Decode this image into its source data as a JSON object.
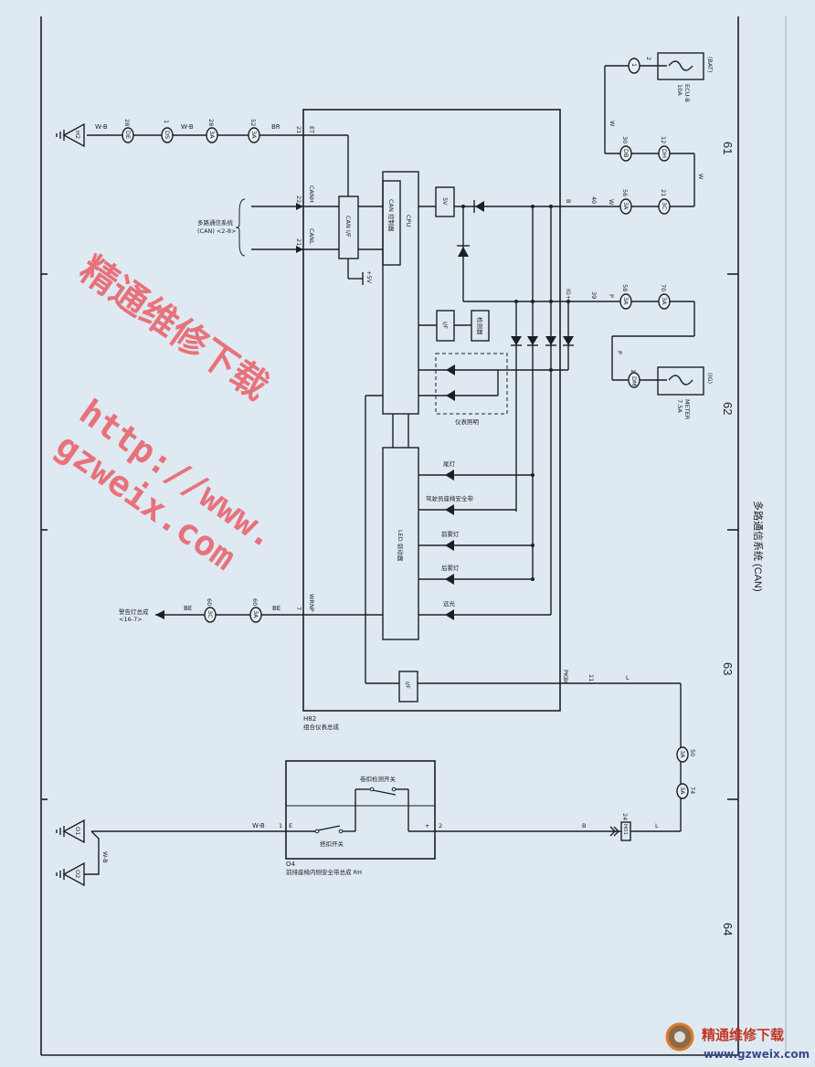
{
  "page": {
    "title": "多路通信系统 (CAN)",
    "page_numbers": [
      "61",
      "62",
      "63",
      "64"
    ]
  },
  "top_circuit": {
    "ground": "H2",
    "wire1": "W-B",
    "wire2": "W-B",
    "wire3": "BR",
    "connectors": [
      {
        "pin": "28",
        "id": "DE"
      },
      {
        "pin": "1",
        "id": "DS"
      },
      {
        "pin": "28",
        "id": "3A"
      },
      {
        "pin": "52",
        "id": "3A"
      }
    ],
    "pin": "21",
    "terminal": "ET"
  },
  "can_bus": {
    "label_line1": "多路通信系统",
    "label_line2": "(CAN) <2-8>",
    "canh_pin": "22",
    "canh": "CANH",
    "canl_pin": "21",
    "canl": "CANL"
  },
  "h82": {
    "code": "H82",
    "name": "组合仪表总成",
    "can_if": "CAN I/F",
    "can_controller": "CAN 控制器",
    "cpu": "CPU",
    "plus5v": "+5V",
    "reg5v": "5V",
    "if1": "I/F",
    "detector": "检测器",
    "illum_label": "仪表照明",
    "led_driver": "LED 驱动器",
    "leds": [
      "尾灯",
      "驾驶员座椅安全带",
      "前雾灯",
      "后雾灯",
      "远光"
    ],
    "if2": "I/F"
  },
  "power_b": {
    "terminal": "B",
    "pin": "40",
    "wire": "W",
    "wire_upper": "W",
    "wire_vert": "W",
    "connectors": [
      {
        "pin": "56",
        "id": "3A"
      },
      {
        "pin": "21",
        "id": "3C"
      },
      {
        "pin": "30",
        "id": "DB"
      },
      {
        "pin": "12",
        "id": "DH"
      },
      {
        "pin": "2",
        "id": "1"
      }
    ],
    "fuse_source": "(BAT)",
    "fuse_rating": "10A",
    "fuse_name": "ECU-B"
  },
  "power_ig": {
    "terminal": "IG+",
    "pin": "39",
    "wire": "P",
    "wire_lower": "P",
    "connectors": [
      {
        "pin": "58",
        "id": "3A"
      },
      {
        "pin": "70",
        "id": "3A"
      },
      {
        "pin": "1",
        "id": "DM"
      }
    ],
    "fuse_source": "(IG)",
    "fuse_rating": "7.5A",
    "fuse_name": "METER"
  },
  "warning": {
    "dest_line1": "警告灯总成",
    "dest_line2": "<16-7>",
    "wire1": "BE",
    "wire2": "BE",
    "connectors": [
      {
        "pin": "60",
        "id": "3C"
      },
      {
        "pin": "60",
        "id": "3A"
      }
    ],
    "pin": "7",
    "terminal": "WRNP"
  },
  "pkb": {
    "terminal": "PKBI",
    "pin": "11",
    "wire": "L",
    "connectors": [
      {
        "pin": "50",
        "id": "3A"
      },
      {
        "pin": "74",
        "id": "3A"
      }
    ],
    "wire_lower": "L",
    "junction_pin": "24",
    "junction": "HO1",
    "wire_b": "B"
  },
  "o4": {
    "code": "O4",
    "name": "前排座椅内侧安全带总成 RH",
    "switch_upper": "卷扣检测开关",
    "switch_lower": "搭扣开关",
    "pin_e_num": "1",
    "pin_e": "E",
    "pin_plus": "+",
    "pin_plus_num": "2",
    "wire": "W-B",
    "ground1": "O1",
    "ground2": "O2",
    "wire_ground": "W-B"
  },
  "watermark": {
    "line1": "精通维修下载",
    "line2": "http://www.gzweix.com",
    "logo_cn": "精通维修下载",
    "logo_url": "www.gzweix.com"
  }
}
